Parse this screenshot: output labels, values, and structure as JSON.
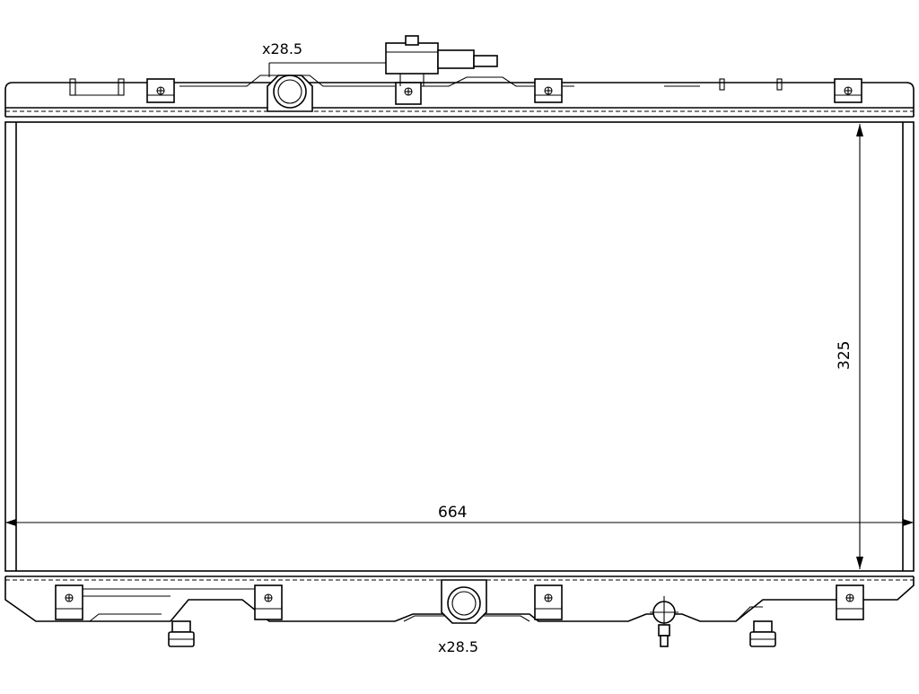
{
  "dimensions": {
    "inlet_diameter_label": "x28.5",
    "outlet_diameter_label": "x28.5",
    "width_label": "664",
    "height_label": "325"
  },
  "colors": {
    "line": "#000000",
    "background": "#ffffff"
  },
  "icons": [
    "bolt-icon",
    "hose-neck-icon",
    "filler-cap-icon",
    "drain-plug-icon",
    "mounting-pin-icon"
  ]
}
